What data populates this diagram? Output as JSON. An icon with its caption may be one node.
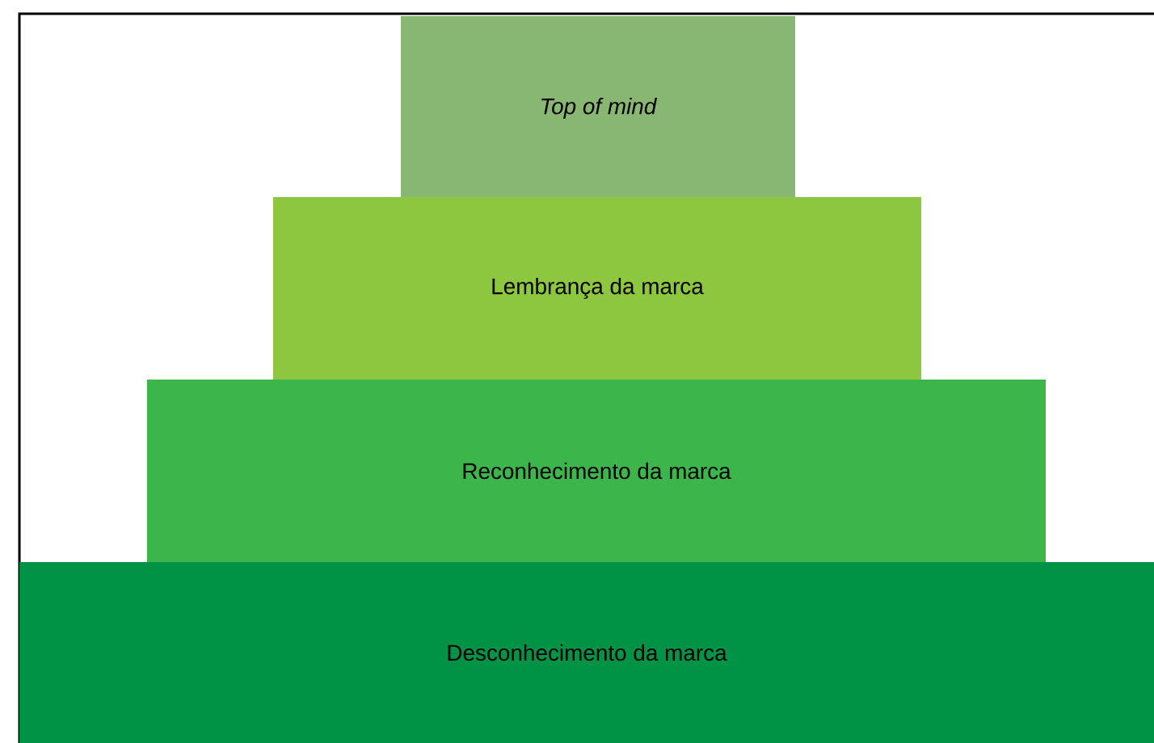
{
  "diagram": {
    "nodes": [
      {
        "text": [
          "Top of mind"
        ]
      },
      {
        "text": [
          "Lembrança da marca"
        ]
      },
      {
        "text": [
          "Reconhecimento da marca"
        ]
      },
      {
        "text": [
          "Desconhecimento da marca"
        ]
      }
    ]
  }
}
